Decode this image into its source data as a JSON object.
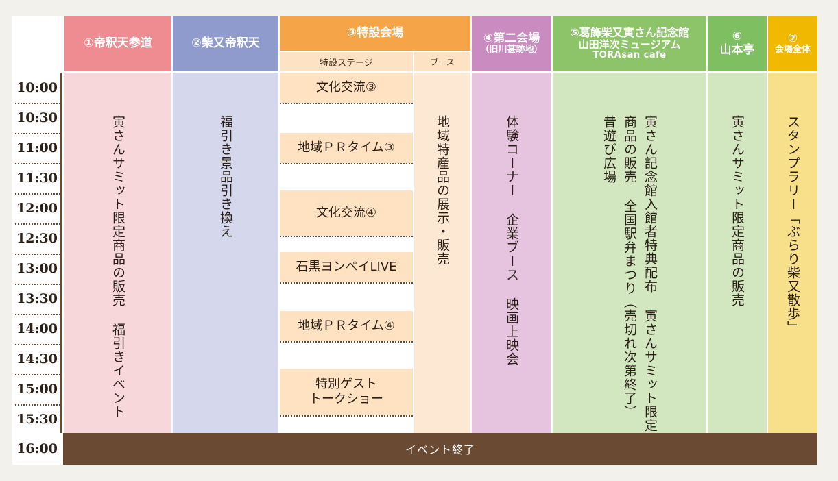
{
  "headers": [
    {
      "id": "col1",
      "lines": [
        "①帝釈天参道"
      ],
      "color": "#ef8c91"
    },
    {
      "id": "col2",
      "lines": [
        "②柴又帝釈天"
      ],
      "color": "#8f9bcc"
    },
    {
      "id": "col3",
      "lines": [
        "③特設会場"
      ],
      "color": "#f5a547"
    },
    {
      "id": "col4",
      "lines": [
        "④第二会場",
        "（旧川甚跡地）"
      ],
      "color": "#c98bc0"
    },
    {
      "id": "col5",
      "lines": [
        "⑤葛飾柴又寅さん記念館",
        "山田洋次ミュージアム",
        "TORAsan cafe"
      ],
      "color": "#8dc46a"
    },
    {
      "id": "col6",
      "lines": [
        "⑥",
        "山本亭"
      ],
      "color": "#7ebf62"
    },
    {
      "id": "col7",
      "lines": [
        "⑦",
        "会場全体"
      ],
      "color": "#f0b800"
    }
  ],
  "subheaders": {
    "stage": "特設ステージ",
    "booth": "ブース"
  },
  "times": [
    "10:00",
    "10:30",
    "11:00",
    "11:30",
    "12:00",
    "12:30",
    "13:00",
    "13:30",
    "14:00",
    "14:30",
    "15:00",
    "15:30",
    "16:00"
  ],
  "col1": {
    "lines": [
      "寅さんサミット限定商品の販売",
      "福引きイベント"
    ]
  },
  "col2": {
    "lines": [
      "福引き景品引き換え"
    ]
  },
  "stage": [
    {
      "label": "文化交流③"
    },
    {
      "label": "地域ＰＲタイム③"
    },
    {
      "label": "文化交流④"
    },
    {
      "label": "石黒ヨンペイLIVE"
    },
    {
      "label": "地域ＰＲタイム④"
    },
    {
      "label": "特別ゲスト\nトークショー"
    }
  ],
  "booth": {
    "lines": [
      "地域特産品の展示・販売"
    ]
  },
  "col4": {
    "lines": [
      "体験コーナー",
      "企業ブース",
      "映画上映会"
    ]
  },
  "col5": {
    "lines": [
      "寅さん記念館入館者特典配布",
      "寅さんサミット限定商品の販売",
      "全国駅弁まつり（売切れ次第終了）",
      "昔遊び広場"
    ]
  },
  "col6": {
    "lines": [
      "寅さんサミット限定商品の販売"
    ]
  },
  "col7": {
    "lines": [
      "スタンプラリー「ぶらり柴又散歩」"
    ]
  },
  "footer": "イベント終了"
}
